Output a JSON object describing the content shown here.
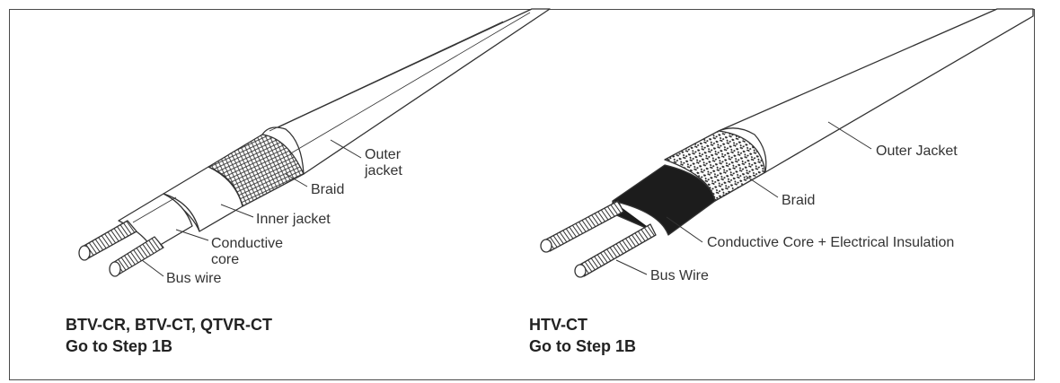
{
  "colors": {
    "line": "#333333",
    "jacket": "#ffffff",
    "htv_core": "#1c1c1c"
  },
  "left_product": {
    "labels": {
      "outer_jacket_line1": "Outer",
      "outer_jacket_line2": "jacket",
      "braid": "Braid",
      "inner_jacket": "Inner jacket",
      "conductive_core_line1": "Conductive",
      "conductive_core_line2": "core",
      "bus_wire": "Bus wire"
    },
    "caption_line1": "BTV-CR, BTV-CT, QTVR-CT",
    "caption_line2": "Go to Step 1B"
  },
  "right_product": {
    "labels": {
      "outer_jacket": "Outer Jacket",
      "braid": "Braid",
      "core_insulation": "Conductive Core + Electrical Insulation",
      "bus_wire": "Bus Wire"
    },
    "caption_line1": "HTV-CT",
    "caption_line2": "Go to Step 1B"
  }
}
